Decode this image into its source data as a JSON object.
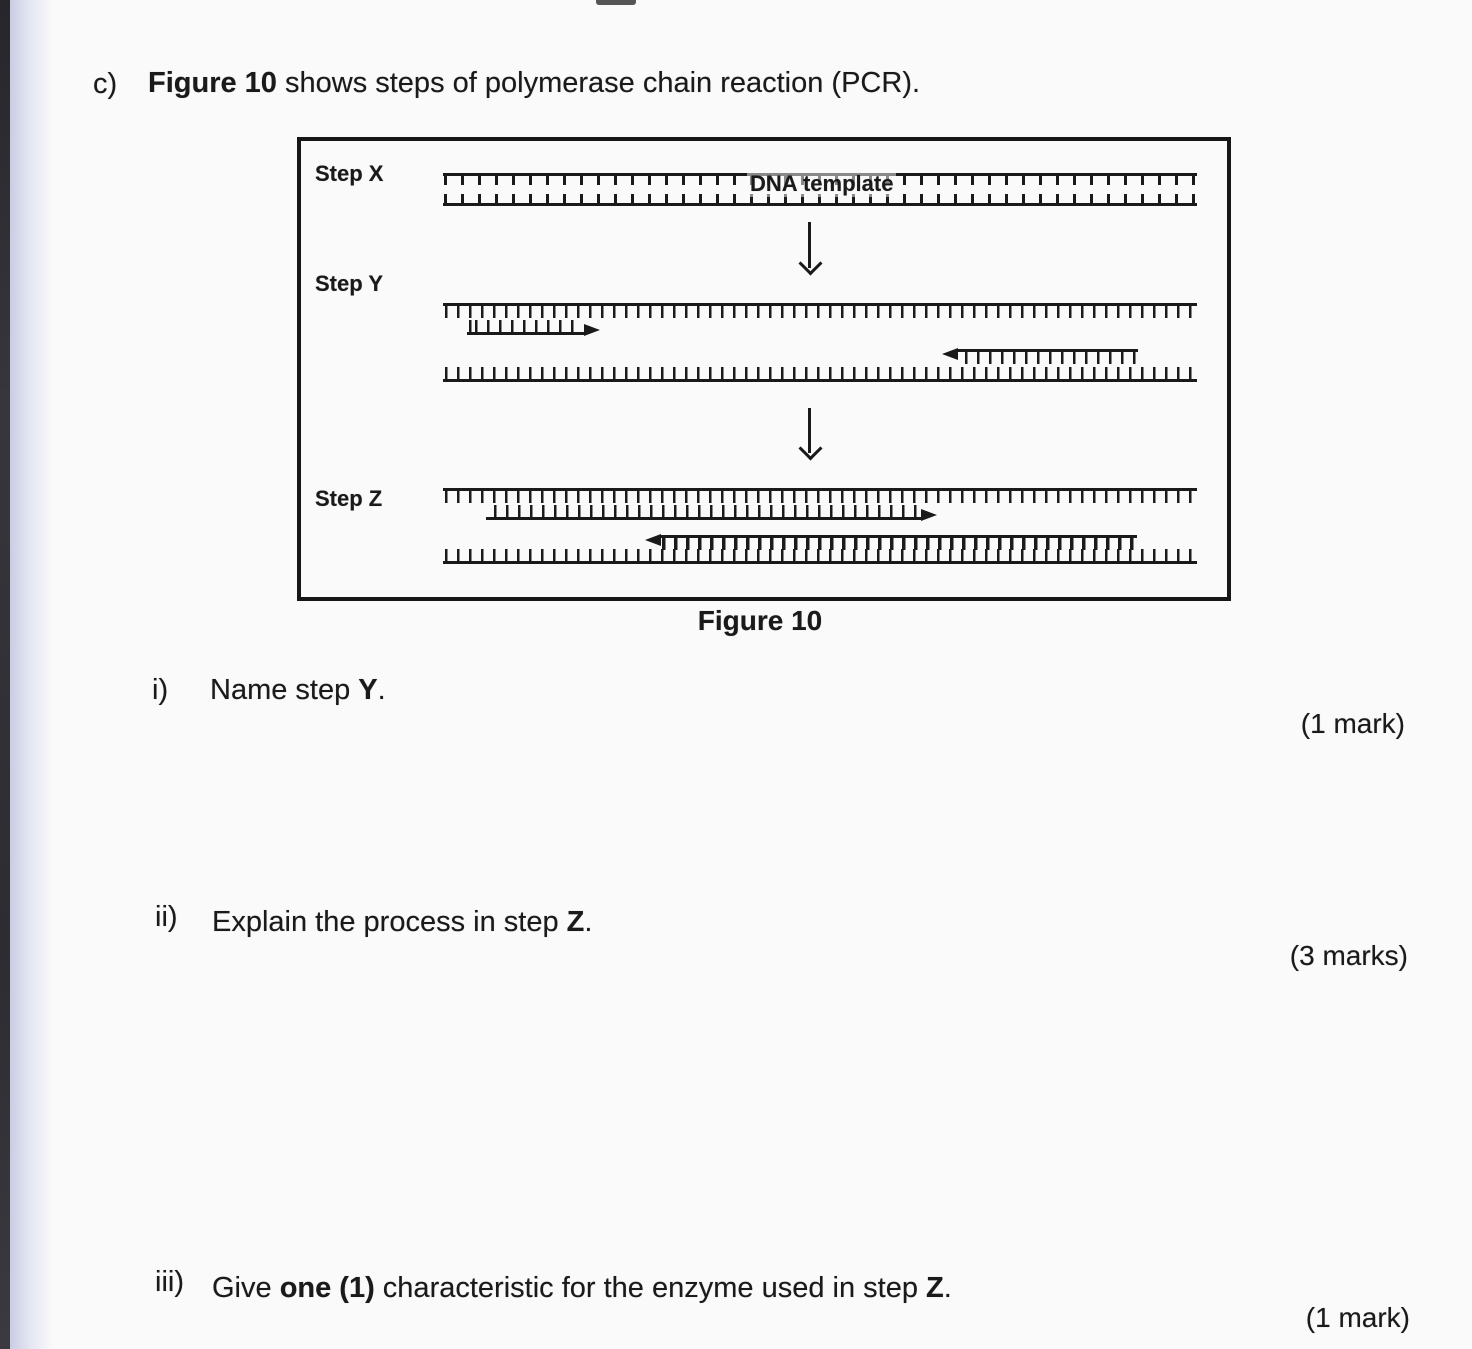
{
  "header": {
    "section_label": "c)",
    "title_bold": "Figure 10",
    "title_rest": " shows steps of polymerase chain reaction (PCR)."
  },
  "figure": {
    "step_x_label": "Step X",
    "step_y_label": "Step Y",
    "step_z_label": "Step Z",
    "dna_template_label": "DNA template",
    "caption": "Figure 10",
    "description": "PCR diagram: Step X double-stranded DNA template; Step Y separated strands with two short primers annealed (forward primer arrow right, reverse primer arrow left); Step Z new strands being extended along each template (arrows show direction of synthesis)"
  },
  "questions": [
    {
      "num": "i)",
      "prefix": "Name step ",
      "bold1": "Y",
      "mid": "",
      "bold2": "",
      "suffix": ".",
      "marks": "(1 mark)"
    },
    {
      "num": "ii)",
      "prefix": "Explain the process in step ",
      "bold1": "Z",
      "mid": "",
      "bold2": "",
      "suffix": ".",
      "marks": "(3 marks)"
    },
    {
      "num": "iii)",
      "prefix": "Give ",
      "bold1": "one (1)",
      "mid": " characteristic for the enzyme used in step ",
      "bold2": "Z",
      "suffix": ".",
      "marks": "(1 mark)"
    }
  ],
  "colors": {
    "ink": "#1a1a1a",
    "paper": "#fbfafb",
    "edge_strip": "#2c2c31",
    "edge_glow": "#c9cde3"
  }
}
